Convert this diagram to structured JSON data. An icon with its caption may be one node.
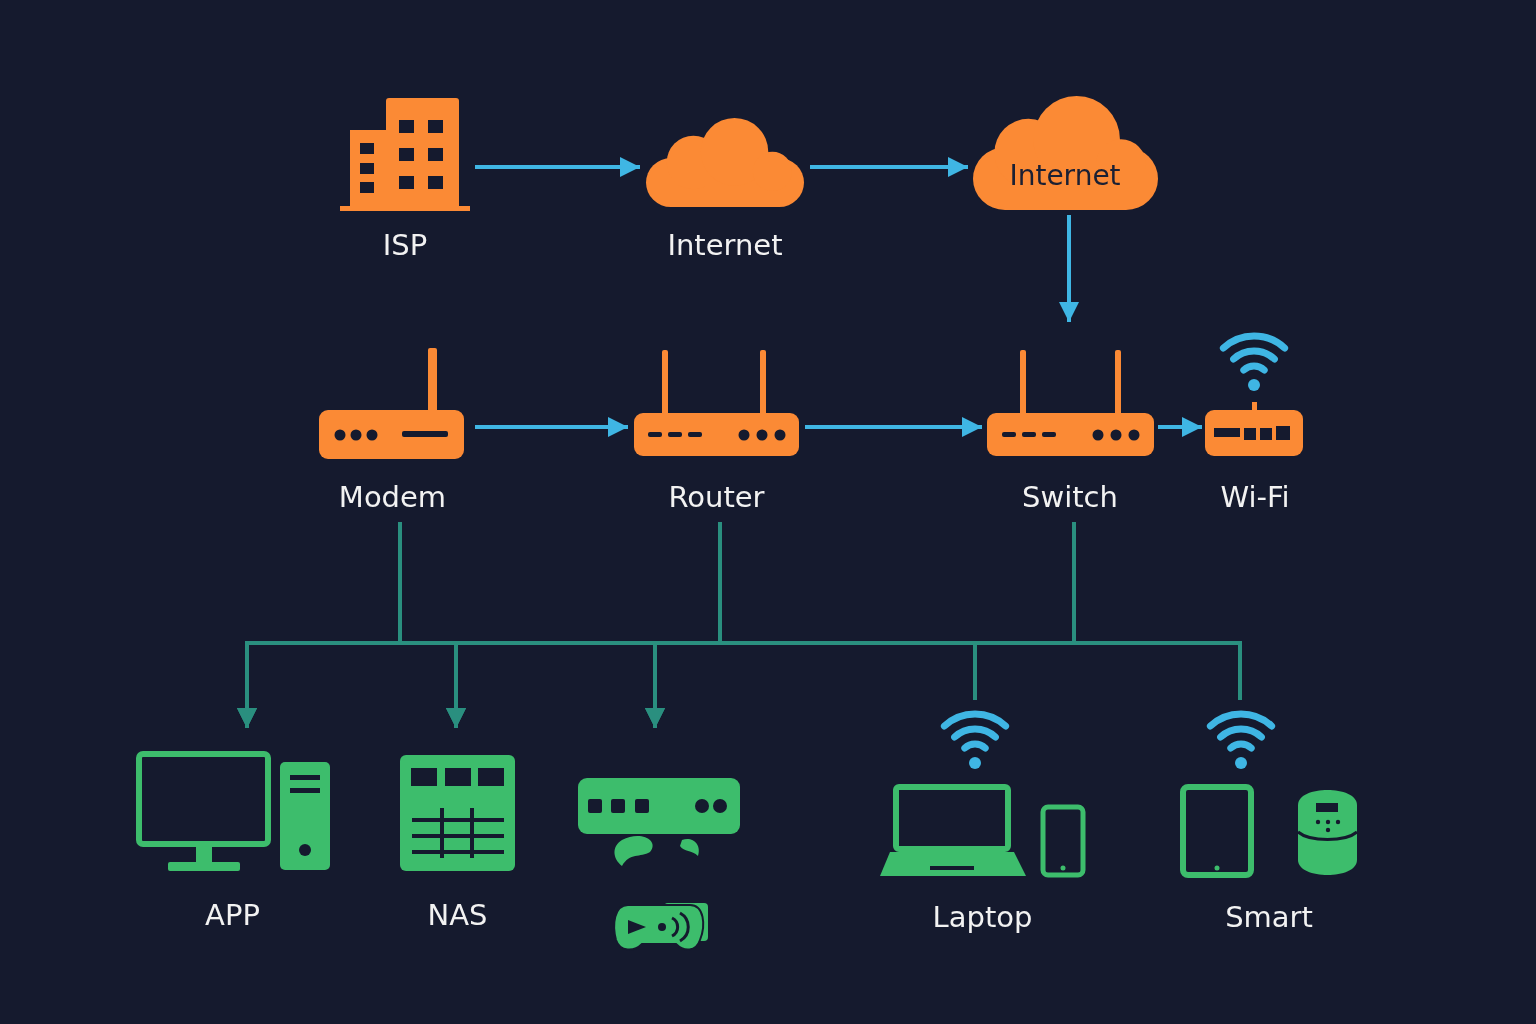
{
  "diagram": {
    "nodes": [
      {
        "text": [
          "ISP"
        ]
      },
      {
        "text": [
          "Internet"
        ]
      },
      {
        "text": [
          "Internet"
        ]
      },
      {
        "text": [
          "Modem"
        ]
      },
      {
        "text": [
          "Router"
        ]
      },
      {
        "text": [
          "Switch"
        ]
      },
      {
        "text": [
          "Wi-Fi"
        ]
      },
      {
        "text": [
          "APP"
        ]
      },
      {
        "text": [
          "NAS"
        ]
      },
      {
        "text": [],
        "shape": "picture"
      },
      {
        "text": [
          "Laptop"
        ]
      },
      {
        "text": [
          "Smart"
        ]
      }
    ],
    "edges": [
      {
        "from": 0,
        "to": 1,
        "arrow": "to",
        "color": "#3fb6e4"
      },
      {
        "from": 1,
        "to": 2,
        "arrow": "to",
        "color": "#3fb6e4"
      },
      {
        "from": 2,
        "to": 5,
        "arrow": "to",
        "color": "#3fb6e4"
      },
      {
        "from": 3,
        "to": 4,
        "arrow": "to",
        "color": "#3fb6e4"
      },
      {
        "from": 4,
        "to": 5,
        "arrow": "to",
        "color": "#3fb6e4"
      },
      {
        "from": 5,
        "to": 6,
        "arrow": "to",
        "color": "#3fb6e4"
      },
      {
        "from": 3,
        "to": 7,
        "arrow": "to"
      },
      {
        "from": 3,
        "to": 8,
        "arrow": "to"
      },
      {
        "from": 3,
        "to": 9,
        "arrow": "to"
      },
      {
        "from": 3,
        "to": 10,
        "arrow": "none"
      },
      {
        "from": 3,
        "to": 11,
        "arrow": "none"
      },
      {
        "from": 4,
        "to": 7,
        "arrow": "to"
      },
      {
        "from": 4,
        "to": 8,
        "arrow": "to"
      },
      {
        "from": 4,
        "to": 9,
        "arrow": "to"
      },
      {
        "from": 4,
        "to": 10,
        "arrow": "none"
      },
      {
        "from": 4,
        "to": 11,
        "arrow": "none"
      },
      {
        "from": 5,
        "to": 7,
        "arrow": "to"
      },
      {
        "from": 5,
        "to": 8,
        "arrow": "to"
      },
      {
        "from": 5,
        "to": 9,
        "arrow": "to"
      },
      {
        "from": 5,
        "to": 10,
        "arrow": "none"
      },
      {
        "from": 5,
        "to": 11,
        "arrow": "none"
      }
    ]
  }
}
